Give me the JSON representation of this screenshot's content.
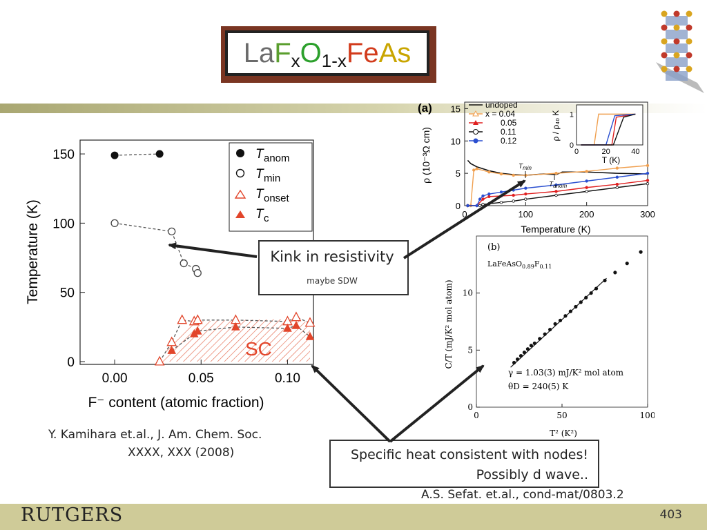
{
  "title": {
    "La": "La",
    "F": "F",
    "x1": "x",
    "O": "O",
    "sub": "1-x",
    "Fe": "Fe",
    "As": "As"
  },
  "colors": {
    "la": "#6b6b6b",
    "f": "#5a9e2e",
    "o": "#2ca02c",
    "fe": "#d23b1c",
    "as": "#c9a500",
    "band": "#cfcb98",
    "title_frame": "#7a3522"
  },
  "annotations": {
    "kink_main": "Kink in resistivity",
    "kink_sub": "maybe SDW",
    "specific_heat_line1": "Specific heat consistent with nodes!",
    "specific_heat_line2": "Possibly d wave.."
  },
  "references": {
    "ref1_line1": "Y. Kamihara et.al., J. Am. Chem. Soc.",
    "ref1_line2": "XXXX, XXX (2008)",
    "ref2": "A.S. Sefat. et.al., cond-mat/0803.2"
  },
  "footer": {
    "logo": "RUTGERS",
    "page_number": "403"
  },
  "crystal_icon": "crystal-structure-icon",
  "chart_data": [
    {
      "type": "scatter",
      "xlabel": "F⁻ content (atomic fraction)",
      "ylabel": "Temperature (K)",
      "xlim": [
        -0.02,
        0.115
      ],
      "ylim": [
        -2,
        160
      ],
      "xticks": [
        "0.00",
        "0.05",
        "0.10"
      ],
      "yticks": [
        "0",
        "50",
        "100",
        "150"
      ],
      "legend_position": "top-right",
      "region_label": "SC",
      "series": [
        {
          "name": "T_anom",
          "marker": "filled-circle",
          "x": [
            0,
            0.026
          ],
          "y": [
            149,
            150
          ]
        },
        {
          "name": "T_min",
          "marker": "open-circle",
          "x": [
            0,
            0.033,
            0.04,
            0.047,
            0.048
          ],
          "y": [
            100,
            94,
            71,
            67,
            64
          ]
        },
        {
          "name": "T_onset",
          "marker": "open-triangle",
          "x": [
            0.026,
            0.033,
            0.039,
            0.046,
            0.048,
            0.07,
            0.1,
            0.105,
            0.113
          ],
          "y": [
            0,
            14,
            30,
            29,
            30,
            30,
            29,
            32,
            28
          ]
        },
        {
          "name": "T_c",
          "marker": "filled-triangle",
          "x": [
            0.033,
            0.046,
            0.048,
            0.07,
            0.1,
            0.105,
            0.113
          ],
          "y": [
            8,
            20,
            22,
            25,
            24,
            26,
            18
          ]
        }
      ]
    },
    {
      "type": "line",
      "panel_label": "(a)",
      "xlabel": "Temperature (K)",
      "ylabel": "ρ (10⁻³Ω cm)",
      "xlim": [
        0,
        300
      ],
      "ylim": [
        0,
        16
      ],
      "xticks": [
        "0",
        "100",
        "200",
        "300"
      ],
      "yticks": [
        "0",
        "5",
        "10",
        "15"
      ],
      "annotations": [
        "T_min",
        "T_anom"
      ],
      "legend_position": "top",
      "series": [
        {
          "name": "undoped",
          "x": [
            5,
            10,
            20,
            40,
            60,
            80,
            100,
            130,
            150,
            160,
            200,
            250,
            300
          ],
          "y": [
            7.0,
            6.5,
            6.0,
            5.4,
            5.0,
            4.8,
            4.7,
            4.9,
            4.8,
            5.2,
            5.2,
            5.0,
            4.9
          ]
        },
        {
          "name": "x = 0.04",
          "x": [
            5,
            10,
            15,
            20,
            40,
            60,
            80,
            100,
            150,
            200,
            250,
            300
          ],
          "y": [
            0,
            0,
            5.5,
            5.7,
            5.2,
            4.9,
            4.7,
            4.7,
            5.0,
            5.3,
            5.8,
            6.2
          ]
        },
        {
          "name": "0.05",
          "x": [
            5,
            20,
            30,
            40,
            60,
            80,
            100,
            150,
            200,
            250,
            300
          ],
          "y": [
            0,
            0,
            1.0,
            1.4,
            1.5,
            1.6,
            1.8,
            2.2,
            2.8,
            3.3,
            3.9
          ]
        },
        {
          "name": "0.11",
          "x": [
            5,
            25,
            30,
            40,
            60,
            80,
            100,
            150,
            200,
            250,
            300
          ],
          "y": [
            0,
            0,
            0.2,
            0.3,
            0.5,
            0.7,
            1.0,
            1.6,
            2.2,
            2.8,
            3.4
          ]
        },
        {
          "name": "0.12",
          "x": [
            5,
            20,
            25,
            30,
            40,
            60,
            80,
            100,
            150,
            200,
            250,
            300
          ],
          "y": [
            0,
            0,
            1.0,
            1.5,
            1.8,
            2.1,
            2.4,
            2.7,
            3.2,
            3.8,
            4.4,
            5.0
          ]
        }
      ],
      "inset": {
        "xlabel": "T (K)",
        "ylabel": "ρ / ρ₄₀ K",
        "xlim": [
          0,
          45
        ],
        "ylim": [
          0,
          1.3
        ],
        "xticks": [
          "0",
          "20",
          "40"
        ],
        "yticks": [
          "0",
          "1"
        ]
      }
    },
    {
      "type": "scatter",
      "panel_label": "(b)",
      "sample": "LaFeAsO0.89F0.11",
      "xlabel": "T² (K²)",
      "ylabel": "C/T (mJ/K² mol atom)",
      "xlim": [
        0,
        100
      ],
      "ylim": [
        0,
        15
      ],
      "xticks": [
        "0",
        "50",
        "100"
      ],
      "yticks": [
        "0",
        "5",
        "10"
      ],
      "fit_text_1": "γ = 1.03(3) mJ/K² mol atom",
      "fit_text_2": "θD = 240(5) K",
      "fit_line": {
        "x": [
          20,
          76
        ],
        "y": [
          3.5,
          11.3
        ]
      },
      "x": [
        22,
        24,
        26,
        28,
        30,
        32,
        34,
        37,
        40,
        43,
        46,
        49,
        52,
        55,
        58,
        61,
        64,
        67,
        70,
        75,
        81,
        88,
        96
      ],
      "y": [
        3.9,
        4.2,
        4.5,
        4.8,
        5.1,
        5.4,
        5.6,
        6.0,
        6.4,
        6.8,
        7.3,
        7.6,
        8.0,
        8.4,
        8.8,
        9.2,
        9.6,
        10.0,
        10.4,
        11.1,
        11.8,
        12.6,
        13.6
      ]
    }
  ]
}
